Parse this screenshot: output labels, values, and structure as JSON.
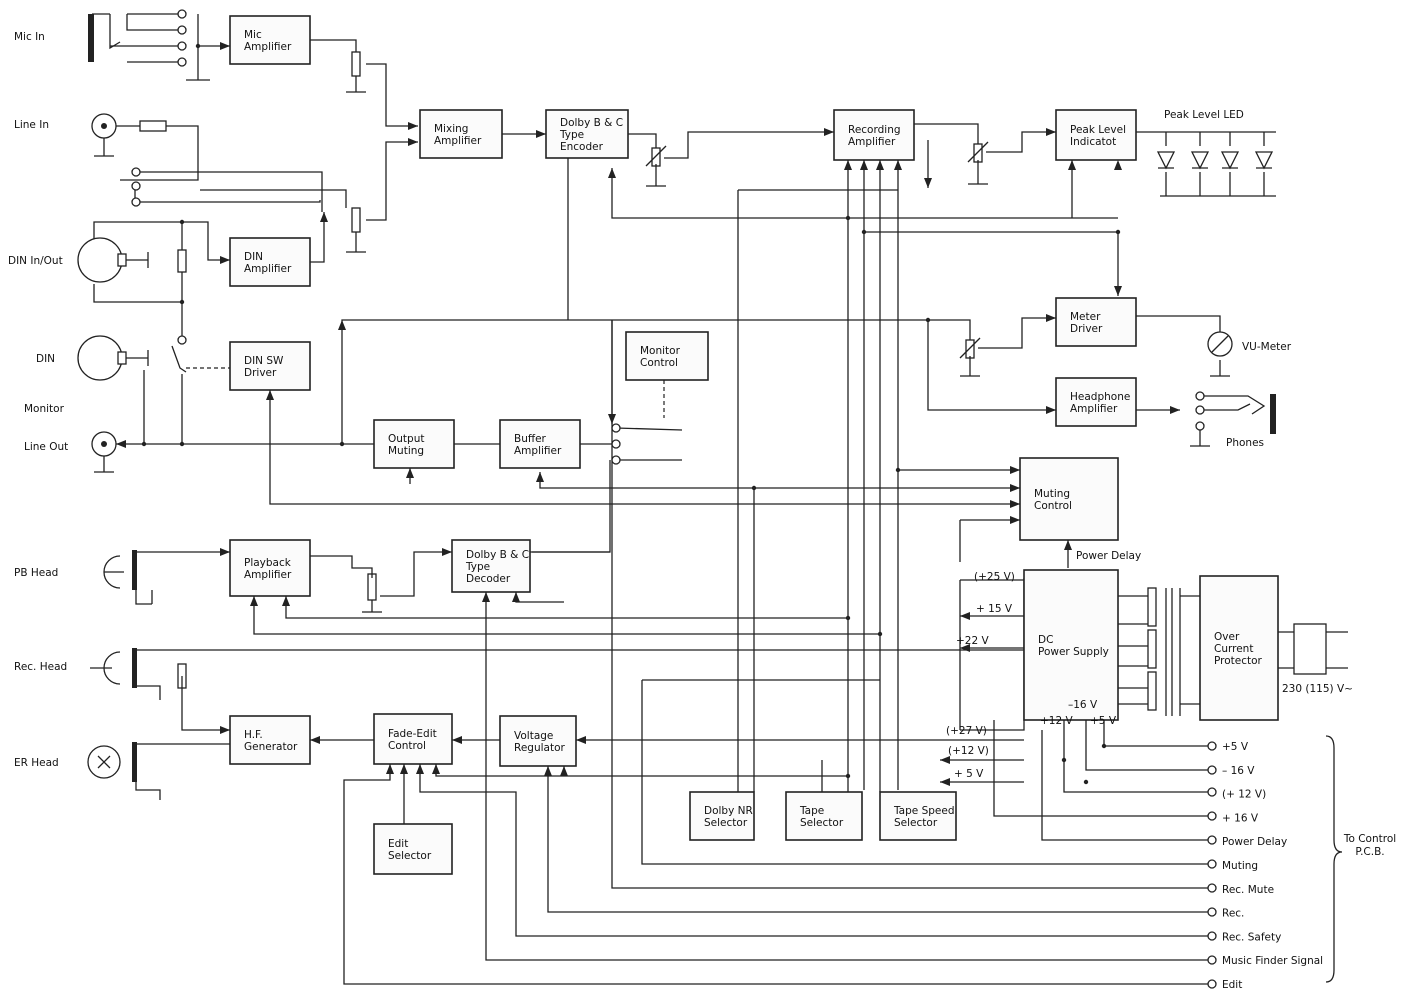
{
  "blocks": {
    "mic_amp": "Mic|Amplifier",
    "mixing_amp": "Mixing|Amplifier",
    "dolby_enc": "Dolby B & C|Type|Encoder",
    "rec_amp": "Recording|Amplifier",
    "peak_ind": "Peak Level|Indicatot",
    "din_amp": "DIN|Amplifier",
    "din_sw": "DIN SW|Driver",
    "monitor_ctrl": "Monitor|Control",
    "meter_driver": "Meter|Driver",
    "headphone_amp": "Headphone|Amplifier",
    "output_muting": "Output|Muting",
    "buffer_amp": "Buffer|Amplifier",
    "muting_ctrl": "Muting|Control",
    "playback_amp": "Playback|Amplifier",
    "dolby_dec": "Dolby B & C|Type|Decoder",
    "dc_ps": "DC|Power Supply",
    "over_current": "Over|Current|Protector",
    "hf_gen": "H.F.|Generator",
    "fade_edit": "Fade-Edit|Control",
    "volt_reg": "Voltage|Regulator",
    "edit_sel": "Edit|Selector",
    "dolby_nr_sel": "Dolby NR|Selector",
    "tape_sel": "Tape|Selector",
    "tape_speed_sel": "Tape Speed|Selector"
  },
  "labels": {
    "mic_in": "Mic In",
    "line_in": "Line In",
    "din_inout": "DIN In/Out",
    "din": "DIN",
    "monitor": "Monitor",
    "line_out": "Line Out",
    "pb_head": "PB Head",
    "rec_head": "Rec. Head",
    "er_head": "ER Head",
    "peak_led": "Peak Level LED",
    "vu_meter": "VU-Meter",
    "phones": "Phones",
    "power_delay": "Power Delay",
    "v25": "(+25 V)",
    "v15": "+ 15 V",
    "v22": "+22 V",
    "v27": "(+27 V)",
    "v12p": "(+12 V)",
    "v5": "+  5 V",
    "m16": "–16 V",
    "p12": "+12 V",
    "p5": "+5 V",
    "mains": "230 (115) V~",
    "to_control": "To Control|P.C.B."
  },
  "outputs": [
    "+5 V",
    "– 16 V",
    "(+ 12 V)",
    "+ 16 V",
    "Power Delay",
    "Muting",
    "Rec. Mute",
    "Rec.",
    "Rec. Safety",
    "Music Finder Signal",
    "Edit"
  ]
}
